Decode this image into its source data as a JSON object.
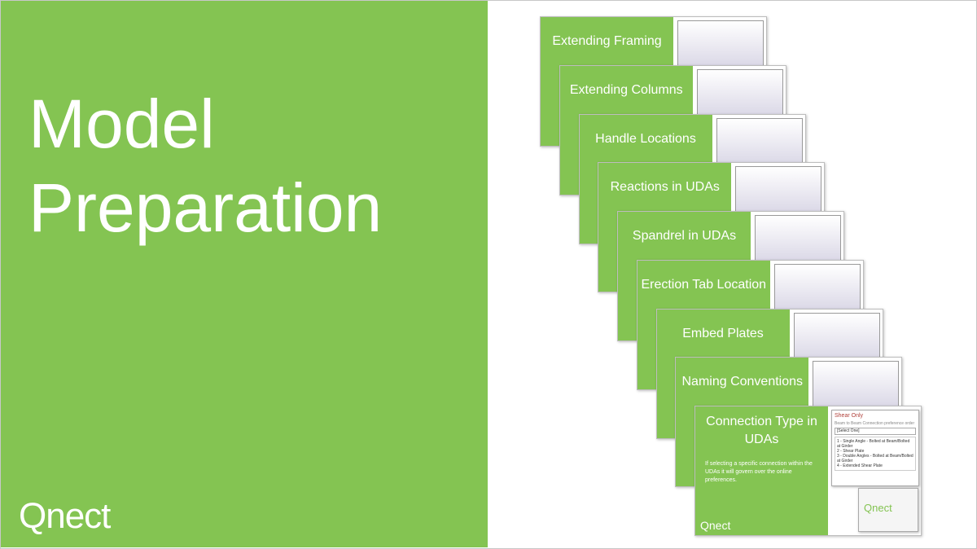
{
  "slide": {
    "title_line1": "Model",
    "title_line2": "Preparation",
    "logo": "Qnect",
    "accent_color": "#84c452"
  },
  "cards": [
    {
      "title": "Extending Framing"
    },
    {
      "title": "Extending Columns"
    },
    {
      "title": "Handle Locations"
    },
    {
      "title": "Reactions in UDAs"
    },
    {
      "title": "Spandrel in UDAs"
    },
    {
      "title": "Erection Tab Location"
    },
    {
      "title": "Embed Plates"
    },
    {
      "title": "Naming Conventions"
    },
    {
      "title": "Connection Type in UDAs"
    }
  ],
  "last_card": {
    "description": "If selecting a specific connection within the UDAs it will govern over the online preferences.",
    "dialog_title": "Shear Only",
    "dialog_subtitle": "Beam to Beam Connection preference order",
    "select_value": "[Select One]",
    "options": [
      "1 - Single Angle - Bolted at Beam/Bolted at Girder",
      "2 - Shear Plate",
      "3 - Double Angles - Bolted at Beam/Bolted at Girder",
      "4 - Extended Shear Plate"
    ]
  }
}
